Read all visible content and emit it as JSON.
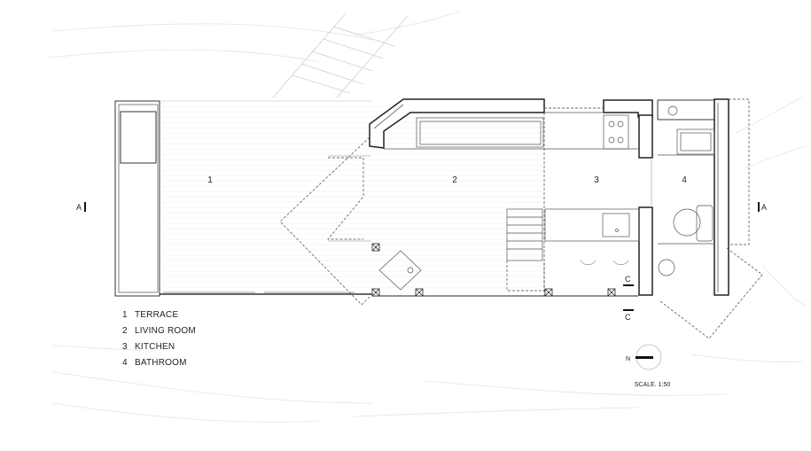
{
  "rooms": [
    {
      "number": "1",
      "name": "TERRACE"
    },
    {
      "number": "2",
      "name": "LIVING ROOM"
    },
    {
      "number": "3",
      "name": "KITCHEN"
    },
    {
      "number": "4",
      "name": "BATHROOM"
    }
  ],
  "section_markers": {
    "a_left": "A",
    "a_right": "A",
    "c_top": "C",
    "c_bottom": "C"
  },
  "north_label": "N",
  "scale_label": "SCALE. 1:50"
}
